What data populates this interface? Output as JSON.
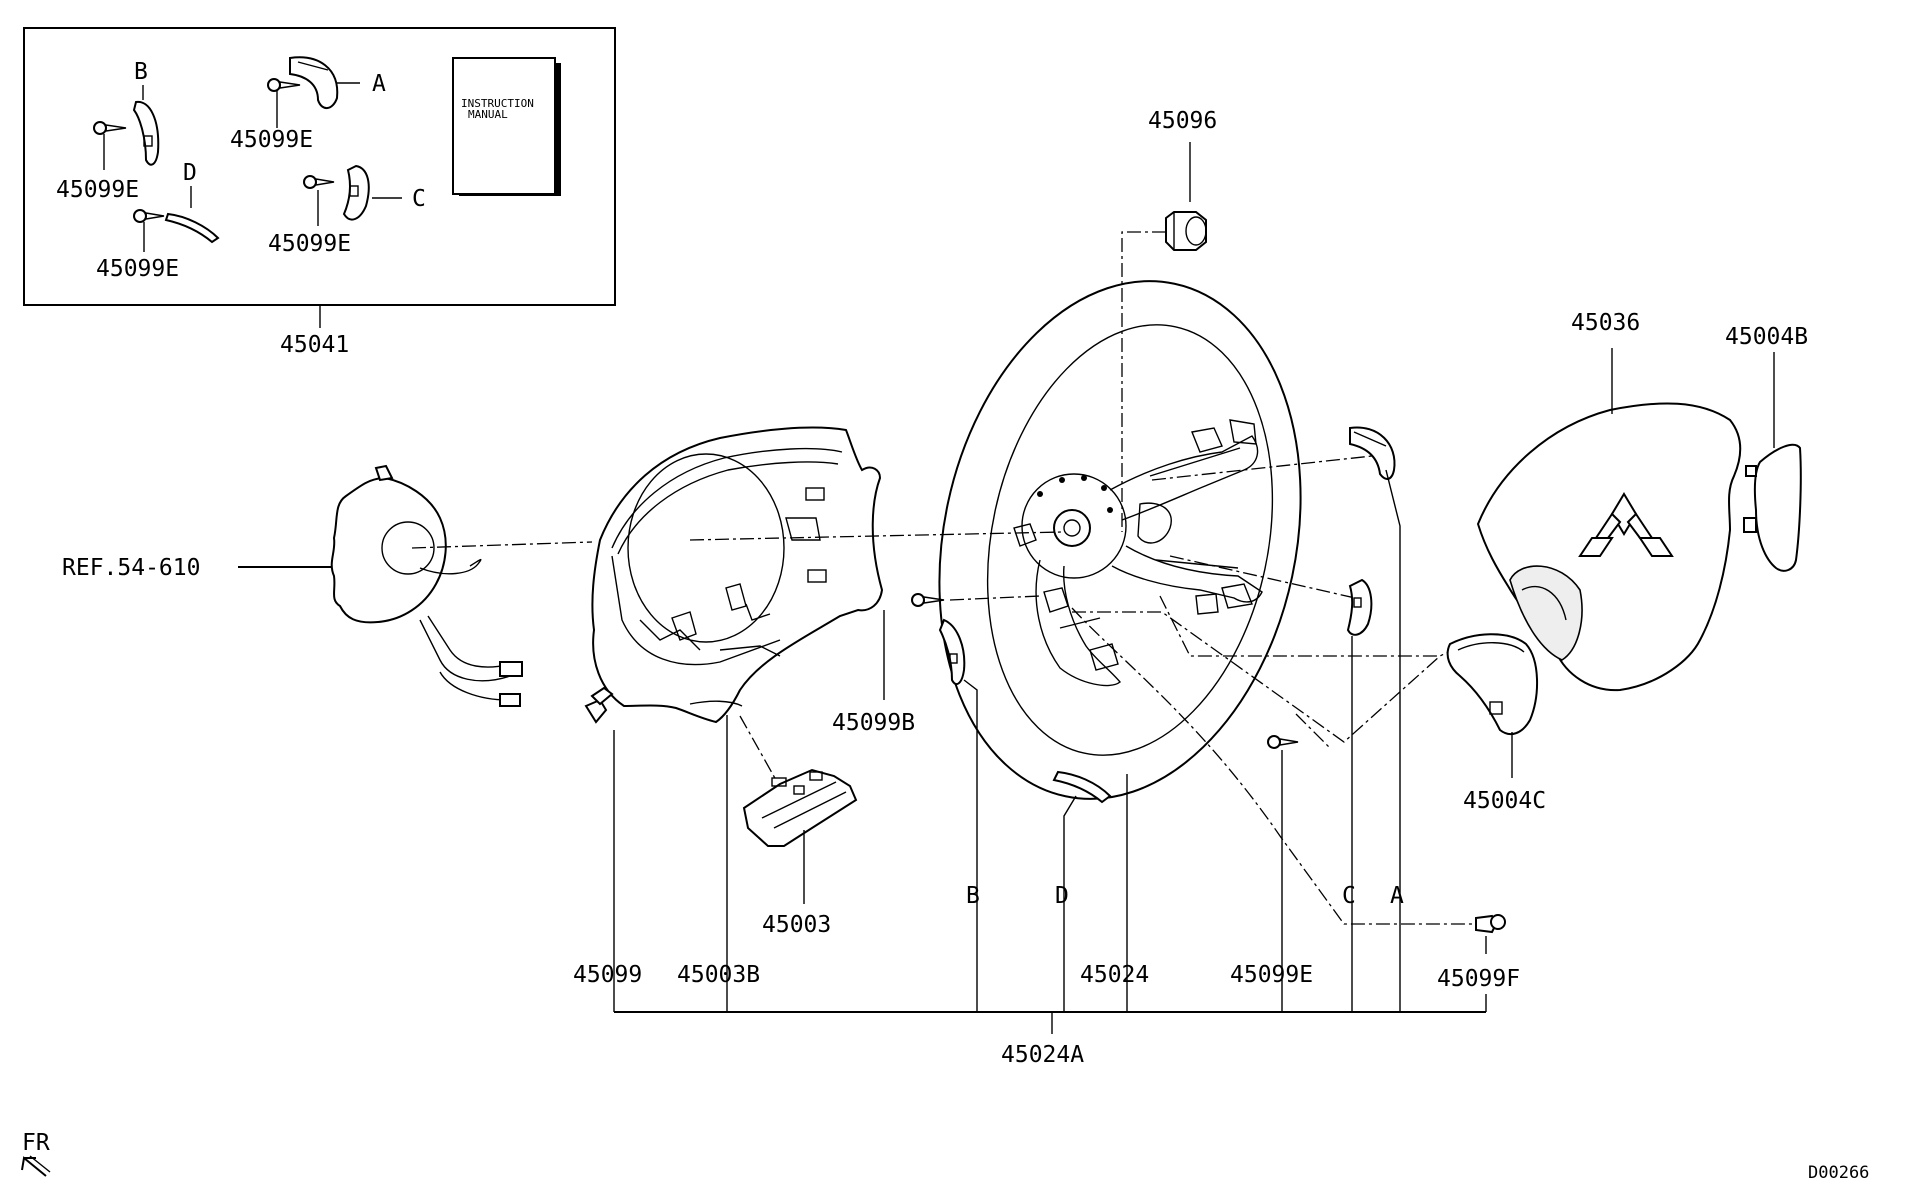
{
  "kit_box": {
    "part_number": "45041",
    "manual_label_line1": "INSTRUCTION",
    "manual_label_line2": "MANUAL",
    "letters": {
      "a": "A",
      "b": "B",
      "c": "C",
      "d": "D"
    },
    "screw_labels": [
      "45099E",
      "45099E",
      "45099E",
      "45099E"
    ]
  },
  "callouts": {
    "p45096": "45096",
    "p45036": "45036",
    "p45004b": "45004B",
    "ref": "REF.54-610",
    "p45099b": "45099B",
    "p45004c": "45004C",
    "p45003": "45003",
    "p45099": "45099",
    "p45003b": "45003B",
    "letter_b": "B",
    "letter_d": "D",
    "p45024": "45024",
    "p45099e": "45099E",
    "letter_c": "C",
    "letter_a": "A",
    "p45099f": "45099F",
    "p45024a": "45024A"
  },
  "direction_marker": "FR",
  "diagram_code": "D00266"
}
